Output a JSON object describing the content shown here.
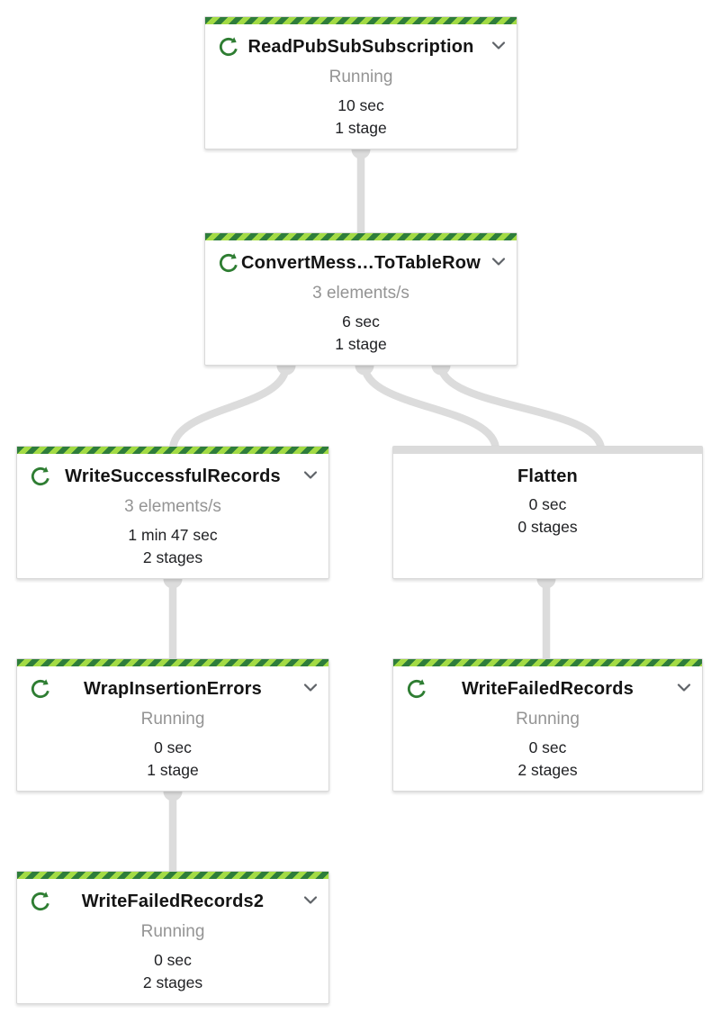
{
  "colors": {
    "stripe_light": "#a3db45",
    "stripe_dark": "#2e7d3b",
    "running_icon": "#2e7d32",
    "edge_gray": "#dcdcdc",
    "status_text": "#949494",
    "flatten_bar": "#dbdbdb"
  },
  "nodes": [
    {
      "title": "ReadPubSubSubscription",
      "status": "Running",
      "duration": "10 sec",
      "stages": "1 stage",
      "state": "running"
    },
    {
      "title": "ConvertMess…ToTableRow",
      "status": "3 elements/s",
      "duration": "6 sec",
      "stages": "1 stage",
      "state": "running"
    },
    {
      "title": "WriteSuccessfulRecords",
      "status": "3 elements/s",
      "duration": "1 min 47 sec",
      "stages": "2 stages",
      "state": "running"
    },
    {
      "title": "Flatten",
      "duration": "0 sec",
      "stages": "0 stages",
      "state": "idle"
    },
    {
      "title": "WrapInsertionErrors",
      "status": "Running",
      "duration": "0 sec",
      "stages": "1 stage",
      "state": "running"
    },
    {
      "title": "WriteFailedRecords",
      "status": "Running",
      "duration": "0 sec",
      "stages": "2 stages",
      "state": "running"
    },
    {
      "title": "WriteFailedRecords2",
      "status": "Running",
      "duration": "0 sec",
      "stages": "2 stages",
      "state": "running"
    }
  ],
  "edges": [
    {
      "from": "ReadPubSubSubscription",
      "to": "ConvertMess…ToTableRow"
    },
    {
      "from": "ConvertMess…ToTableRow",
      "to": "WriteSuccessfulRecords"
    },
    {
      "from": "ConvertMess…ToTableRow",
      "to": "Flatten"
    },
    {
      "from": "ConvertMess…ToTableRow",
      "to": "Flatten"
    },
    {
      "from": "WriteSuccessfulRecords",
      "to": "WrapInsertionErrors"
    },
    {
      "from": "Flatten",
      "to": "WriteFailedRecords"
    },
    {
      "from": "WrapInsertionErrors",
      "to": "WriteFailedRecords2"
    }
  ]
}
